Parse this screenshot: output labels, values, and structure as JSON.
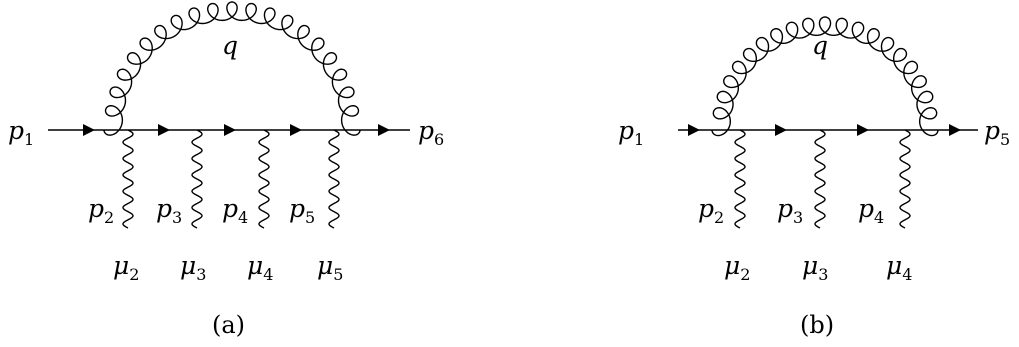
{
  "diagrams": [
    {
      "caption": "(a)",
      "loop_label": "q",
      "incoming": {
        "base": "p",
        "sub": "1"
      },
      "outgoing": {
        "base": "p",
        "sub": "6"
      },
      "photons": [
        {
          "momentum": {
            "base": "p",
            "sub": "2"
          },
          "index": {
            "base": "μ",
            "sub": "2"
          }
        },
        {
          "momentum": {
            "base": "p",
            "sub": "3"
          },
          "index": {
            "base": "μ",
            "sub": "3"
          }
        },
        {
          "momentum": {
            "base": "p",
            "sub": "4"
          },
          "index": {
            "base": "μ",
            "sub": "4"
          }
        },
        {
          "momentum": {
            "base": "p",
            "sub": "5"
          },
          "index": {
            "base": "μ",
            "sub": "5"
          }
        }
      ]
    },
    {
      "caption": "(b)",
      "loop_label": "q",
      "incoming": {
        "base": "p",
        "sub": "1"
      },
      "outgoing": {
        "base": "p",
        "sub": "5"
      },
      "photons": [
        {
          "momentum": {
            "base": "p",
            "sub": "2"
          },
          "index": {
            "base": "μ",
            "sub": "2"
          }
        },
        {
          "momentum": {
            "base": "p",
            "sub": "3"
          },
          "index": {
            "base": "μ",
            "sub": "3"
          }
        },
        {
          "momentum": {
            "base": "p",
            "sub": "4"
          },
          "index": {
            "base": "μ",
            "sub": "4"
          }
        }
      ]
    }
  ]
}
